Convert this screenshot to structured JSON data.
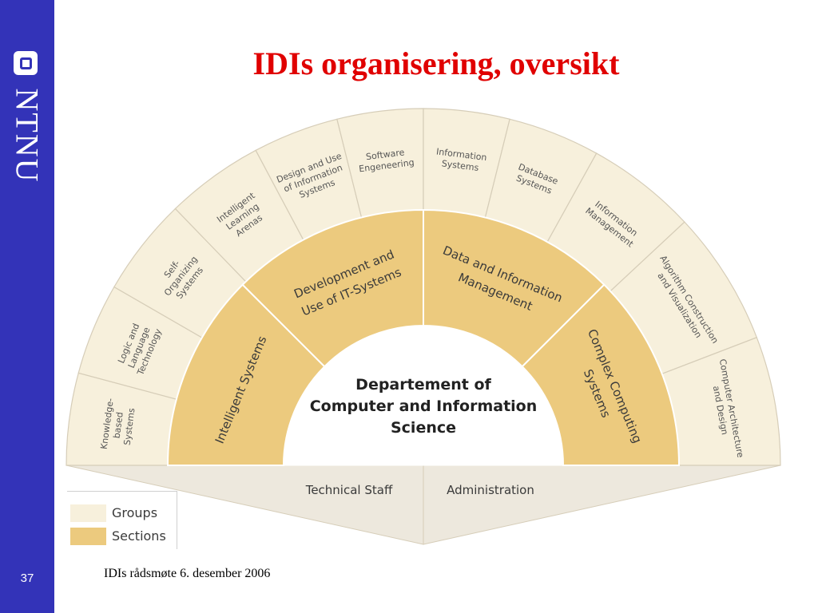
{
  "slide": {
    "title": "IDIs organisering, oversikt",
    "footer": "IDIs rådsmøte 6. desember 2006",
    "page_number": "37"
  },
  "logo": {
    "text": "NTNU",
    "icon": "ntnu-logo-mark-icon"
  },
  "colors": {
    "sidebar": "#3333b8",
    "title": "#e00000",
    "groups": "#f7f0dc",
    "sections": "#ecca7e",
    "staff": "#ede8dd",
    "outline": "#d6cdb8",
    "text": "#3a3a3a"
  },
  "center": {
    "lines": [
      "Departement of",
      "Computer and Information",
      "Science"
    ]
  },
  "sections": [
    {
      "id": "intelligent-systems",
      "lines": [
        "Intelligent Systems"
      ]
    },
    {
      "id": "development-it-systems",
      "lines": [
        "Development and",
        "Use of IT-Systems"
      ]
    },
    {
      "id": "data-information-management",
      "lines": [
        "Data and Information",
        "Management"
      ]
    },
    {
      "id": "complex-computing-systems",
      "lines": [
        "Complex Computing",
        "Systems"
      ]
    }
  ],
  "groups": [
    {
      "id": "knowledge-based-systems",
      "lines": [
        "Knowledge-",
        "based",
        "Systems"
      ]
    },
    {
      "id": "logic-language-technology",
      "lines": [
        "Logic and",
        "Language",
        "Technology"
      ]
    },
    {
      "id": "self-organizing-systems",
      "lines": [
        "Self-",
        "Organizing",
        "Systems"
      ]
    },
    {
      "id": "intelligent-learning-arenas",
      "lines": [
        "Intelligent",
        "Learning",
        "Arenas"
      ]
    },
    {
      "id": "design-use-information-systems",
      "lines": [
        "Design and Use",
        "of Information",
        "Systems"
      ]
    },
    {
      "id": "software-engineering",
      "lines": [
        "Software",
        "Engeneering"
      ]
    },
    {
      "id": "information-systems",
      "lines": [
        "Information",
        "Systems"
      ]
    },
    {
      "id": "database-systems",
      "lines": [
        "Database",
        "Systems"
      ]
    },
    {
      "id": "information-management",
      "lines": [
        "Information",
        "Management"
      ]
    },
    {
      "id": "algorithm-construction-visualization",
      "lines": [
        "Algorithm Construction",
        "and Visualization"
      ]
    },
    {
      "id": "computer-architecture-design",
      "lines": [
        "Computer Architecture",
        "and Design"
      ]
    }
  ],
  "staff": [
    {
      "id": "technical-staff",
      "label": "Technical Staff"
    },
    {
      "id": "administration",
      "label": "Administration"
    }
  ],
  "legend": [
    {
      "id": "groups",
      "label": "Groups"
    },
    {
      "id": "sections",
      "label": "Sections"
    }
  ]
}
